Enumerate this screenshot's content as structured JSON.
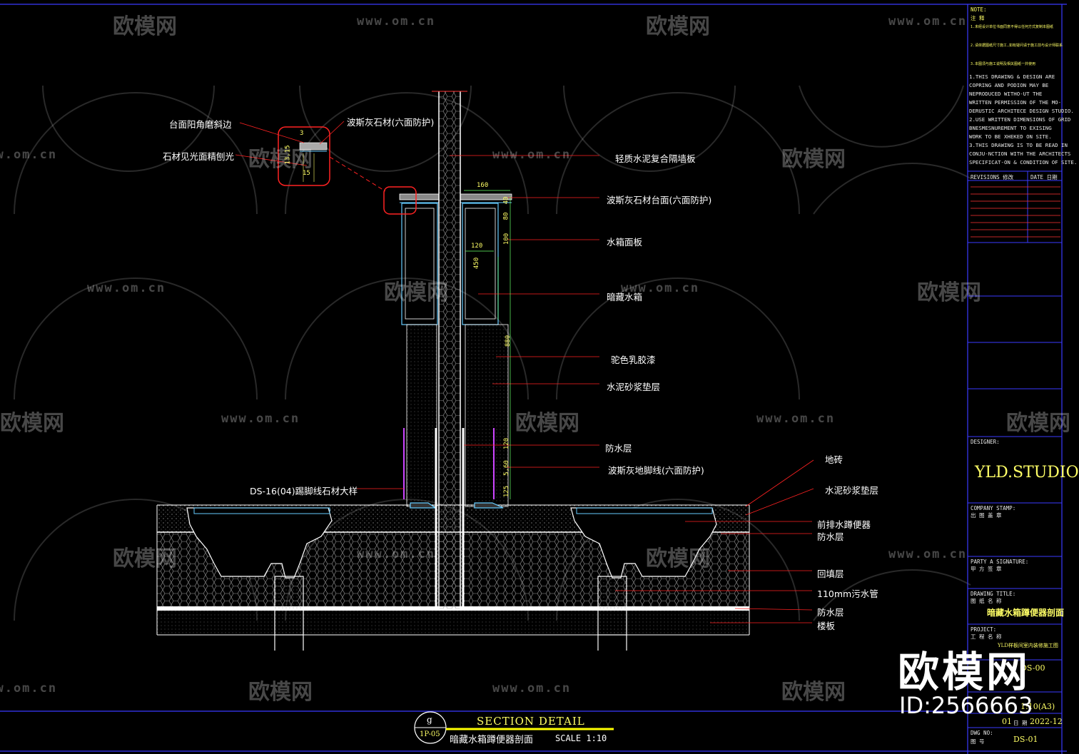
{
  "watermarks": {
    "logo_text": "欧模网",
    "url_text": "www.om.cn",
    "big_logo": "欧模网",
    "big_id": "ID:2566663"
  },
  "labels_right": [
    "轻质水泥复合隔墙板",
    "波斯灰石材台面(六面防护)",
    "水箱面板",
    "暗藏水箱",
    "驼色乳胶漆",
    "水泥砂浆垫层",
    "防水层",
    "波斯灰地脚线(六面防护)"
  ],
  "labels_far_right": [
    "地砖",
    "水泥砂浆垫层",
    "前排水蹲便器",
    "防水层",
    "回填层",
    "110mm污水管",
    "防水层",
    "楼板"
  ],
  "labels_left": {
    "corner_bevel": "台面阳角磨斜边",
    "stone_polish": "石材见光面精刨光",
    "stone_top": "波斯灰石材(六面防护)",
    "skirting_ref": "DS-16(04)踢脚线石材大样"
  },
  "dimensions": {
    "d160": "160",
    "d40": "40",
    "d80": "80",
    "d100": "100",
    "d120a": "120",
    "d450": "450",
    "d880": "880",
    "d120b": "120",
    "d60": "5,60",
    "d125": "125",
    "detail_a": "3",
    "detail_b": "13,15",
    "detail_c": "15"
  },
  "title_block": {
    "note_head": "NOTE:",
    "note_cn_head": "注 释",
    "notes_cn": [
      "1.未经设计单位书面同意不得以任何方式复制本图纸",
      "2.请依据图纸尺寸施工,如有疑问请于施工前与设计师联系",
      "3.本图须与施工说明及相关图纸一并使用"
    ],
    "notes_en": [
      "1.THIS DRAWING & DESIGN ARE",
      "  COPRING AND PODION MAY BE",
      "  NEPRODUCED WITHO-UT THE",
      "  WRITTEN PERMISSION OF THE MO-",
      "  DERUSTIC ARCHITECE DESIGN STUDIO.",
      "2.USE WRITTEN DIMENSIONS OF GRID",
      "  BNESMESNUREMENT TO EXISING",
      "  WORK TO BE XHEKED ON SITE.",
      "3.THIS DRAWING IS TO BE READ IN",
      "  CONJU-NCTION WITH THE ARCHITECTS",
      "  SPECIFICAT-ON & CONDITION OF SITE."
    ],
    "revisions": "REVISIONS 修改",
    "date": "DATE 日期",
    "designer_label": "DESIGNER:",
    "designer": "YLD.STUDIO",
    "company_stamp": "COMPANY STAMP:",
    "company_stamp_cn": "出 图 盖 章",
    "party_sign": "PARTY A SIGNATURE:",
    "party_sign_cn": "甲 方 签 章",
    "drawing_title_label": "DRAWING TITLE:",
    "drawing_title_cn": "图 纸 名 称",
    "drawing_title": "暗藏水箱蹲便器剖面",
    "project_label": "PROJECT:",
    "project_cn": "工 程 名 称",
    "project": "YLD样板间室内装修施工图",
    "sheet_code": "DS-00",
    "scale": "1:10(A3)",
    "version": "01",
    "date_label": "日 期",
    "date_value": "2022-12",
    "dwg_label": "DWG NO:",
    "dwg_cn": "图 号",
    "dwg_no": "DS-01"
  },
  "section": {
    "marker_top": "g",
    "marker_bottom": "1P-05",
    "title_en": "SECTION DETAIL",
    "title_cn": "暗藏水箱蹲便器剖面",
    "scale": "SCALE 1:10"
  }
}
